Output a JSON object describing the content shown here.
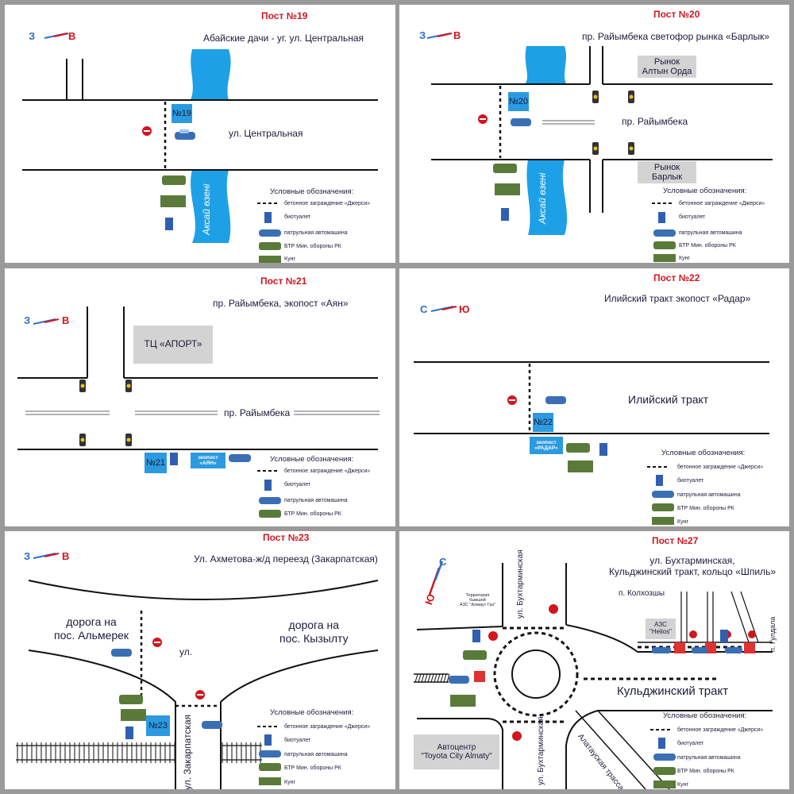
{
  "colors": {
    "accent_red": "#d0161e",
    "accent_blue": "#2f6ec7",
    "river": "#1ea0e6",
    "post_blue": "#2b9ae0",
    "building_gray": "#d3d3d3",
    "bus_truck_green": "#5a7a3a"
  },
  "legend": {
    "heading": "Условные обозначения:",
    "items": [
      "бетонное заграждение «Джерси»",
      "биотуалет",
      "патрульная автомашина",
      "БТР Мин. обороны РК",
      "Кунг"
    ]
  },
  "dir_west": "З",
  "dir_east": "В",
  "dir_north": "С",
  "dir_south": "Ю",
  "p19": {
    "title": "Пост №19",
    "address": "Абайские дачи - уг. ул. Центральная",
    "post": "№19",
    "street": "ул. Центральная",
    "river": "Аксай өзені"
  },
  "p20": {
    "title": "Пост №20",
    "address": "пр. Райымбека светофор рынка «Барлык»",
    "post": "№20",
    "street": "пр. Райымбека",
    "river": "Аксай өзені",
    "market1_l1": "Рынок",
    "market1_l2": "Алтын Орда",
    "market2_l1": "Рынок",
    "market2_l2": "Барлык"
  },
  "p21": {
    "title": "Пост №21",
    "address": "пр. Райымбека, экопост «Аян»",
    "mall": "ТЦ «АПОРТ»",
    "street": "пр. Райымбека",
    "post": "№21",
    "eco_l1": "экопост",
    "eco_l2": "«АЯН»"
  },
  "p22": {
    "title": "Пост №22",
    "address": "Илийский тракт экопост «Радар»",
    "road": "Илийский тракт",
    "post": "№22",
    "eco_l1": "экопост",
    "eco_l2": "«РАДАР»"
  },
  "p23": {
    "title": "Пост №23",
    "address": "Ул. Ахметова-ж/д переезд (Закарпатская)",
    "road_left_l1": "дорога на",
    "road_left_l2": "пос. Альмерек",
    "road_right_l1": "дорога на",
    "road_right_l2": "пос. Кызылту",
    "street": "ул.",
    "street_vert": "ул. Закарпатская",
    "post": "№23"
  },
  "p27": {
    "title": "Пост №27",
    "address_l1": "ул. Бухтарминская,",
    "address_l2": "Кульджинский тракт, кольцо «Шпиль»",
    "street_top": "ул. Бухтарминская",
    "street_bottom": "ул. Бухтарминская",
    "kolkhozy": "п. Колхозшы",
    "gas_l1": "АЗС",
    "gas_l2": "\"Helios\"",
    "territory_l1": "Территория",
    "territory_l2": "бывшей",
    "territory_l3": "АЗС \"Алмаут Газ\"",
    "road": "Кульджинский тракт",
    "gulдала": "п. Гулдала",
    "alatau": "Алатауская трасса",
    "autocenter_l1": "Автоцентр",
    "autocenter_l2": "\"Toyota City Almaty\""
  }
}
